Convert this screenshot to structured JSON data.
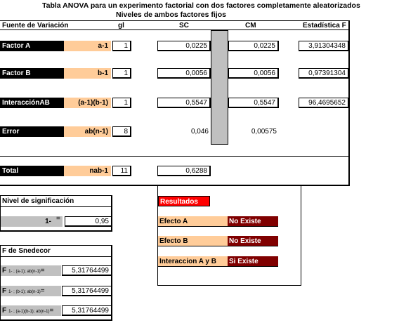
{
  "titles": {
    "main": "Tabla ANOVA para un experimento factorial con dos factores completamente aleatorizados",
    "sub": "Niveles de ambos factores fijos"
  },
  "headers": {
    "source": "Fuente de Variación",
    "gl": "gl",
    "sc": "SC",
    "cm": "CM",
    "f": "Estadística F"
  },
  "rows": [
    {
      "name": "Factor A",
      "formula": "a-1",
      "gl": "1",
      "sc": "0,0225",
      "cm": "0,0225",
      "f": "3,91304348"
    },
    {
      "name": "Factor B",
      "formula": "b-1",
      "gl": "1",
      "sc": "0,0056",
      "cm": "0,0056",
      "f": "0,97391304"
    },
    {
      "name": "InteracciónAB",
      "formula": "(a-1)(b-1)",
      "gl": "1",
      "sc": "0,5547",
      "cm": "0,5547",
      "f": "96,4695652"
    },
    {
      "name": "Error",
      "formula": "ab(n-1)",
      "gl": "8",
      "sc": "0,046",
      "cm": "0,00575",
      "f": ""
    }
  ],
  "total": {
    "name": "Total",
    "formula": "nab-1",
    "gl": "11",
    "sc": "0,6288"
  },
  "significance": {
    "title": "Nivel de significación",
    "label": "1-",
    "eq": "=",
    "value": "0,95"
  },
  "snedecor": {
    "title": "F de Snedecor",
    "rows": [
      {
        "prefix": "F",
        "sub": "1- ; (a-1); ab(n-1)",
        "eq": "=",
        "value": "5,31764499"
      },
      {
        "prefix": "F",
        "sub": "1- ; (b-1); ab(n-1)",
        "eq": "=",
        "value": "5,31764499"
      },
      {
        "prefix": "F",
        "sub": "1- ; (a-1)(b-1); ab(n-1)",
        "eq": "=",
        "value": "5,31764499"
      }
    ]
  },
  "results": {
    "title": "Resultados",
    "items": [
      {
        "label": "Efecto A",
        "value": "No Existe"
      },
      {
        "label": "Efecto B",
        "value": "No Existe"
      },
      {
        "label": "Interaccion A y B",
        "value": "Si Existe"
      }
    ]
  },
  "colors": {
    "peach": "#ffcc99",
    "dark_red": "#800000",
    "red": "#ff0000",
    "grey": "#c0c0c0"
  }
}
